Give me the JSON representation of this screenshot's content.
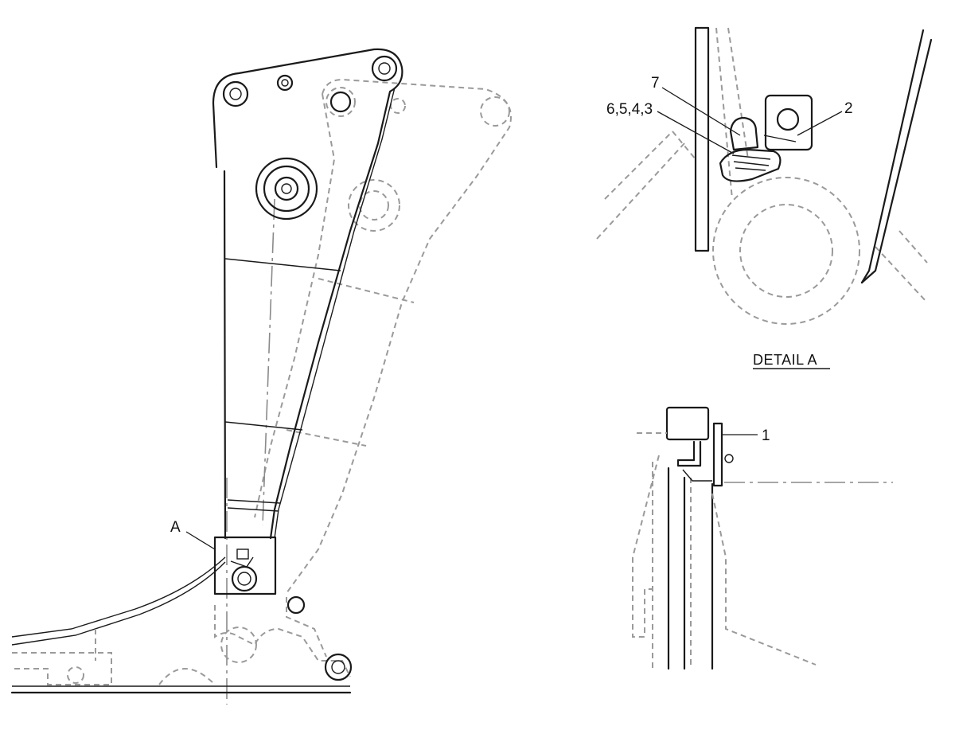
{
  "drawing": {
    "main_view": {
      "detail_callout": "A"
    },
    "detail_view": {
      "title": "DETAIL  A",
      "callouts": {
        "item_7": "7",
        "item_6543": "6,5,4,3",
        "item_2": "2"
      }
    },
    "side_view": {
      "callouts": {
        "item_1": "1"
      }
    }
  }
}
